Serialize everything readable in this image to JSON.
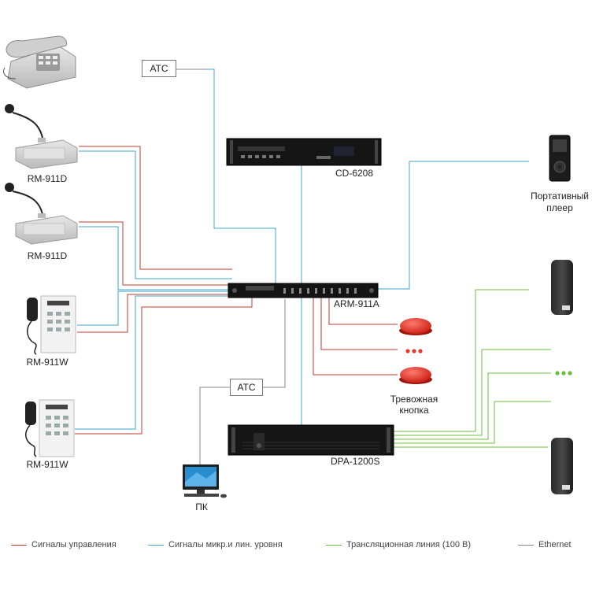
{
  "colors": {
    "control": "#c0392b",
    "audio": "#3ea6cf",
    "broadcast": "#6cbf3b",
    "ethernet": "#888888"
  },
  "devices": {
    "cd": "CD-6208",
    "player_line1": "Портативный",
    "player_line2": "плеер",
    "rm911d_1": "RM-911D",
    "rm911d_2": "RM-911D",
    "arm": "ARM-911A",
    "rm911w_1": "RM-911W",
    "rm911w_2": "RM-911W",
    "alarm_line1": "Тревожная",
    "alarm_line2": "кнопка",
    "dpa": "DPA-1200S",
    "pc": "ПК"
  },
  "boxes": {
    "atc_top": "АТС",
    "atc_mid": "АТС"
  },
  "legend": {
    "control": "Сигналы управления",
    "audio": "Сигналы микр.и лин. уровня",
    "broadcast": "Трансляционная линия (100 В)",
    "ethernet": "Ethernet"
  },
  "icons": {
    "phone": "desk-phone-icon",
    "mic_station": "paging-microphone-icon",
    "wall_mic": "wall-microphone-icon",
    "rack": "rack-unit-icon",
    "player": "portable-player-icon",
    "speaker": "column-speaker-icon",
    "alarm": "alarm-button-icon",
    "pc": "computer-icon"
  }
}
